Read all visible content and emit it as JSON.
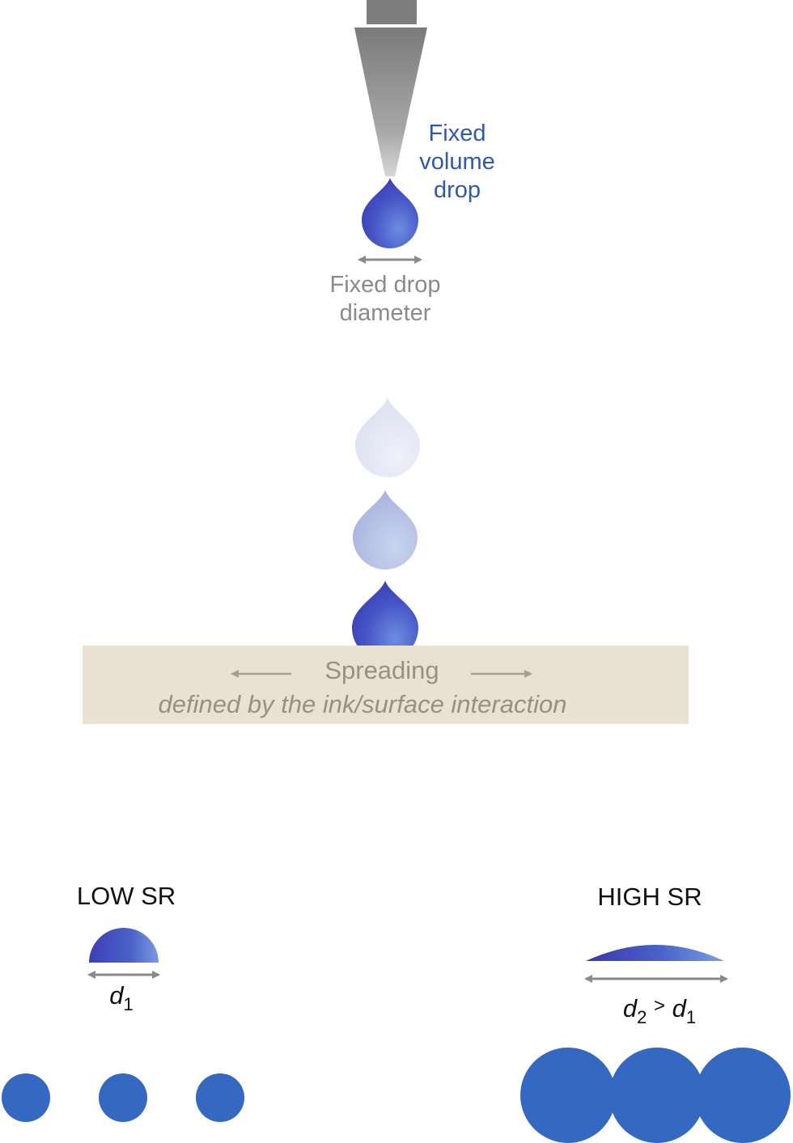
{
  "nozzle": {
    "label_line1": "Fixed",
    "label_line2": "volume",
    "label_line3": "drop",
    "diameter_line1": "Fixed drop",
    "diameter_line2": "diameter"
  },
  "substrate": {
    "title": "Spreading",
    "subtitle": "defined by the ink/surface interaction"
  },
  "low_sr": {
    "title": "LOW SR",
    "d_symbol": "d",
    "d_sub": "1"
  },
  "high_sr": {
    "title": "HIGH SR",
    "d2_symbol": "d",
    "d2_sub": "2",
    "gt": ">",
    "d1_symbol": "d",
    "d1_sub": "1"
  },
  "colors": {
    "drop_blue": "#3f4fc0",
    "dot_blue": "#3568c0",
    "arrow_grey": "#8a8a8a",
    "substrate_beige": "#e9e2d2"
  }
}
